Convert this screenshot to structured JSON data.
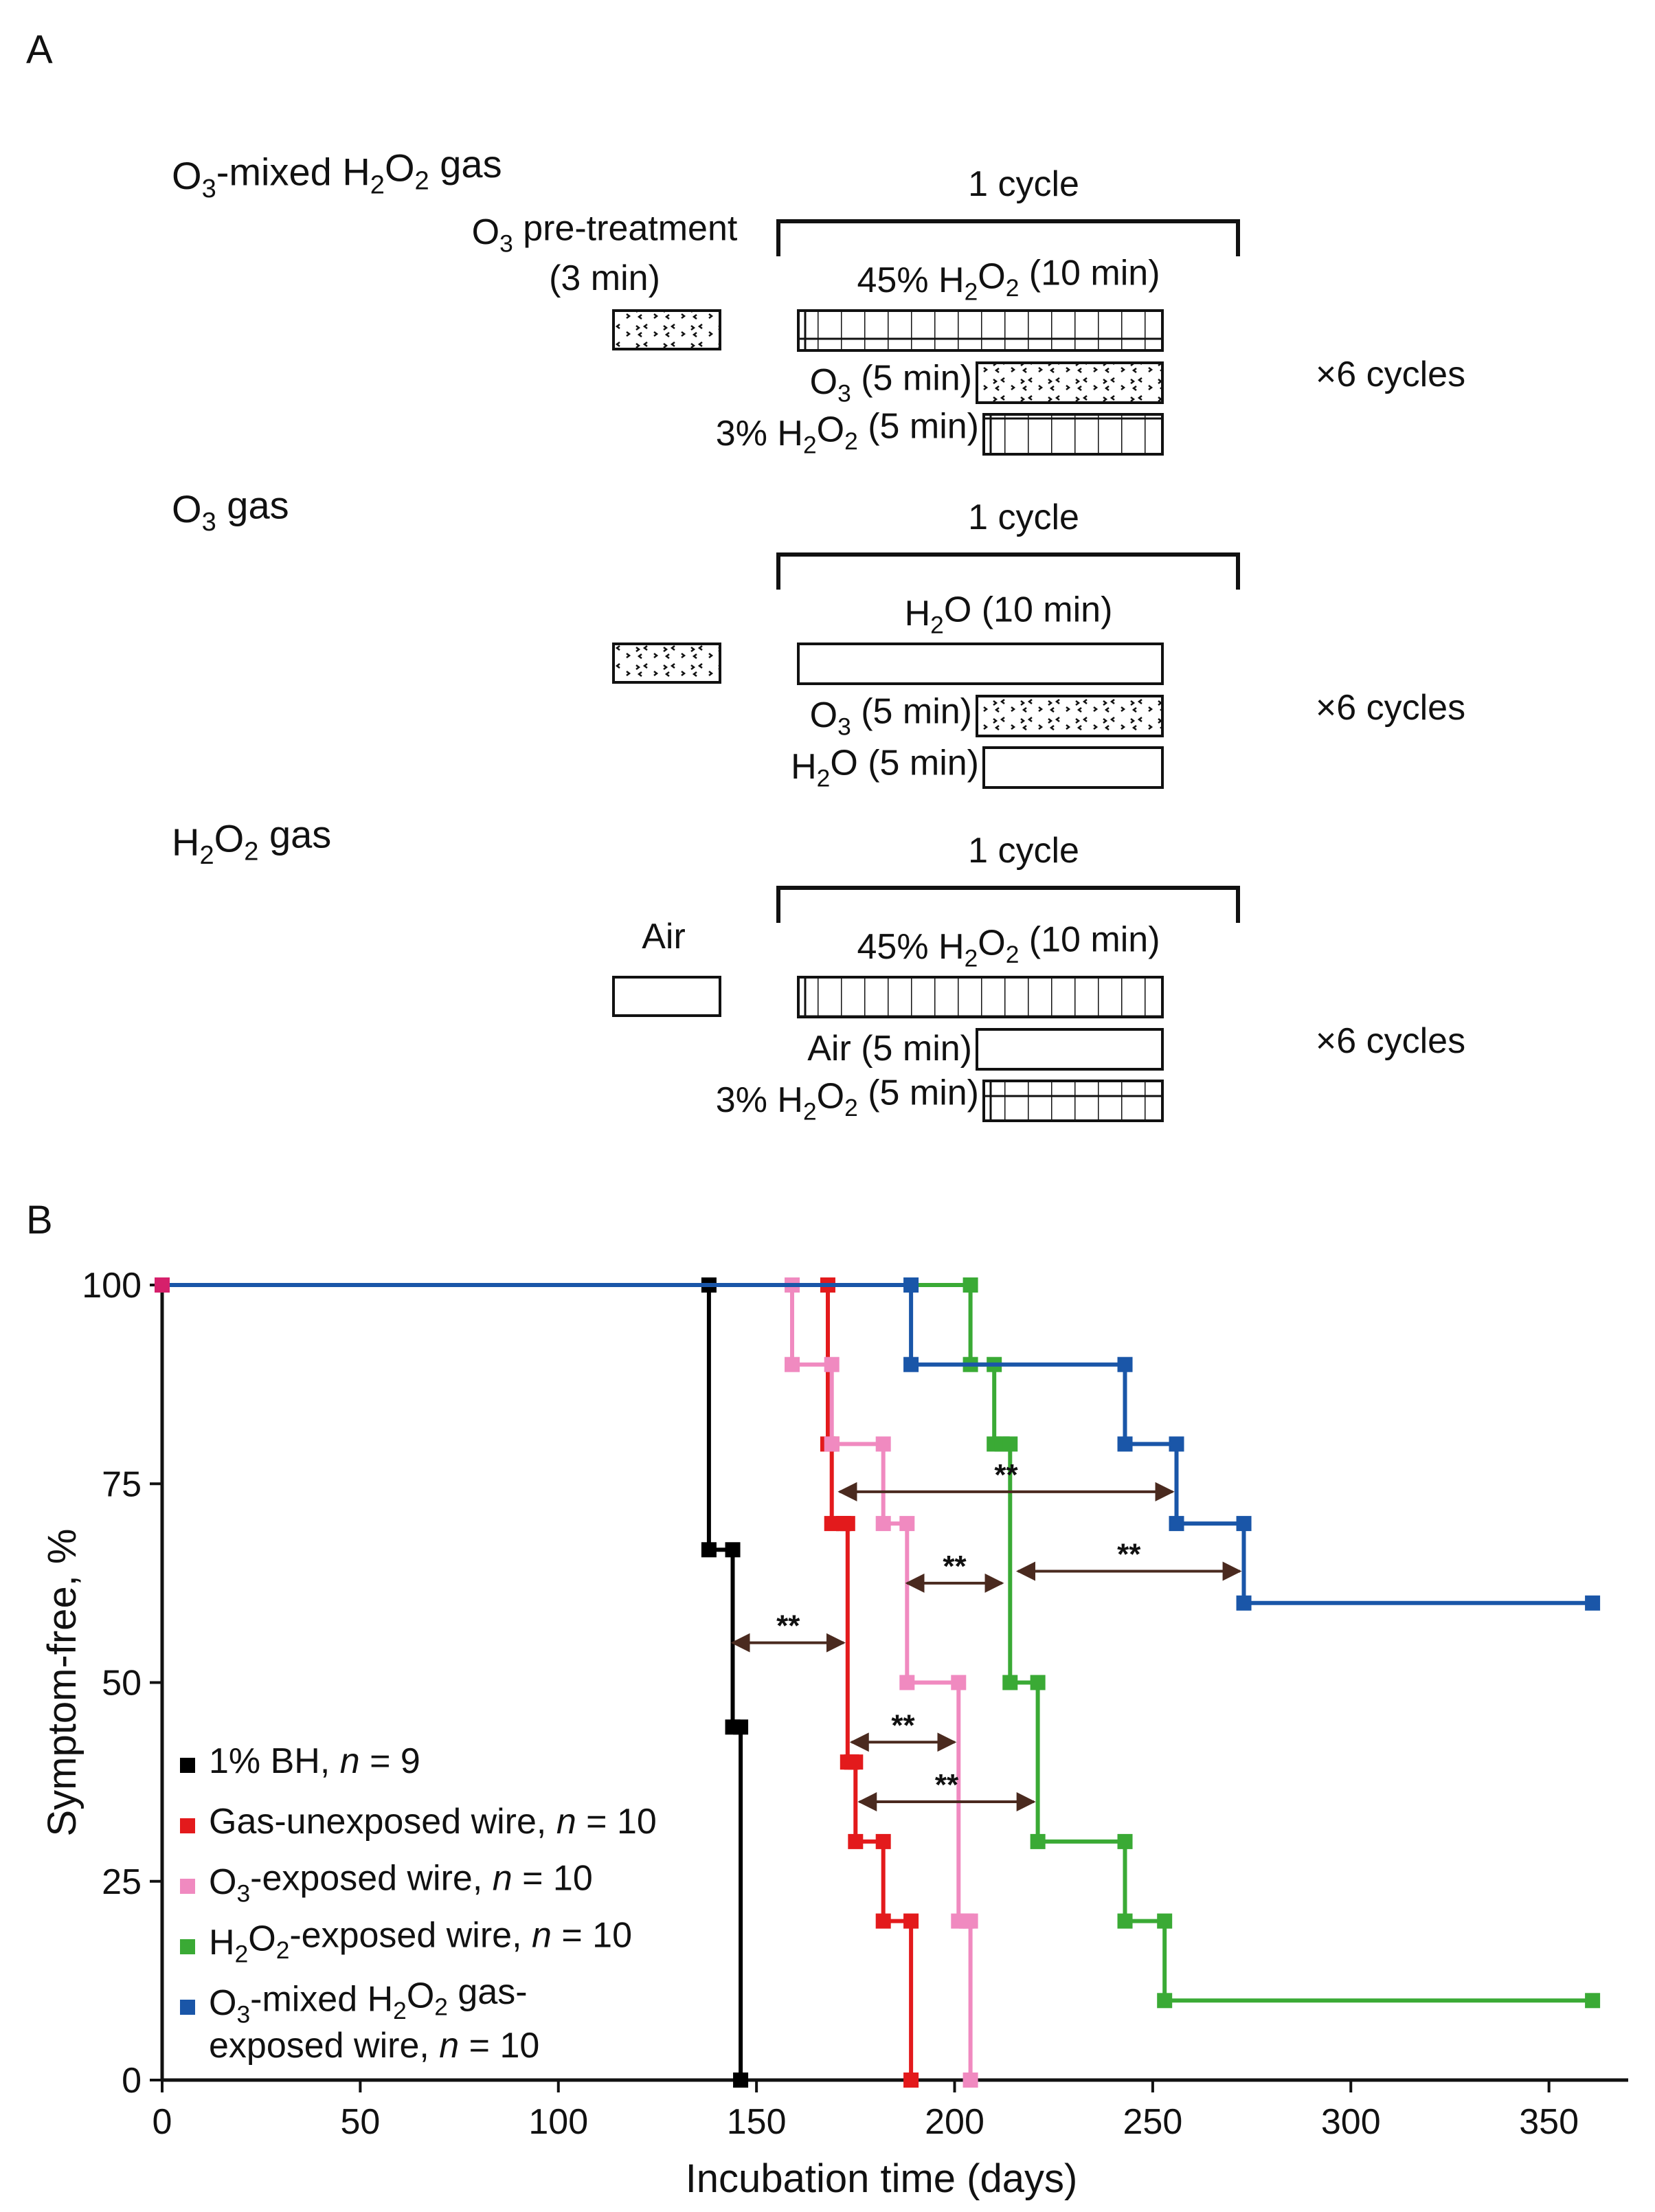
{
  "panel_a": {
    "label": "A",
    "blocks": [
      {
        "title": "O3-mixed H2O2 gas",
        "pre_label_line1": "O3 pre-treatment",
        "pre_label_line2": "(3 min)",
        "pre_fill": "ozone",
        "cycle_label": "1 cycle",
        "step1_label": "45% H2O2 (10 min)",
        "step1_fill": "grid",
        "step2_label": "O3 (5 min)",
        "step2_fill": "ozone",
        "step3_label": "3% H2O2 (5 min)",
        "step3_fill": "grid",
        "repeat": "×6 cycles"
      },
      {
        "title": "O3 gas",
        "pre_label_line1": "",
        "pre_label_line2": "",
        "pre_fill": "ozone",
        "cycle_label": "1 cycle",
        "step1_label": "H2O (10 min)",
        "step1_fill": "none",
        "step2_label": "O3 (5 min)",
        "step2_fill": "ozone",
        "step3_label": "H2O (5 min)",
        "step3_fill": "none",
        "repeat": "×6 cycles"
      },
      {
        "title": "H2O2 gas",
        "pre_label_line1": "Air",
        "pre_label_line2": "",
        "pre_fill": "none",
        "cycle_label": "1 cycle",
        "step1_label": "45% H2O2 (10 min)",
        "step1_fill": "grid",
        "step2_label": "Air (5 min)",
        "step2_fill": "none",
        "step3_label": "3% H2O2 (5 min)",
        "step3_fill": "grid",
        "repeat": "×6 cycles"
      }
    ]
  },
  "panel_b": {
    "label": "B"
  },
  "chart_data": {
    "type": "line",
    "step": true,
    "xlabel": "Incubation time (days)",
    "ylabel": "Symptom-free, %",
    "xlim": [
      0,
      370
    ],
    "ylim": [
      0,
      100
    ],
    "xticks": [
      0,
      50,
      100,
      150,
      200,
      250,
      300,
      350
    ],
    "yticks": [
      0,
      25,
      50,
      75,
      100
    ],
    "grid": false,
    "legend_position": "lower-left",
    "series": [
      {
        "name": "1% BH, n = 9",
        "color": "#000000",
        "points": [
          [
            0,
            100
          ],
          [
            138,
            100
          ],
          [
            138,
            66.7
          ],
          [
            144,
            66.7
          ],
          [
            144,
            44.4
          ],
          [
            146,
            44.4
          ],
          [
            146,
            0
          ]
        ]
      },
      {
        "name": "Gas-unexposed wire, n = 10",
        "color": "#e31a1c",
        "points": [
          [
            0,
            100
          ],
          [
            168,
            100
          ],
          [
            168,
            80
          ],
          [
            169,
            80
          ],
          [
            169,
            70
          ],
          [
            172,
            70
          ],
          [
            172,
            70
          ],
          [
            173,
            70
          ],
          [
            173,
            40
          ],
          [
            174,
            40
          ],
          [
            174,
            40
          ],
          [
            175,
            40
          ],
          [
            175,
            30
          ],
          [
            182,
            30
          ],
          [
            182,
            20
          ],
          [
            189,
            20
          ],
          [
            189,
            0
          ]
        ]
      },
      {
        "name": "O3-exposed wire, n = 10",
        "color": "#f08ac0",
        "points": [
          [
            0,
            100
          ],
          [
            159,
            100
          ],
          [
            159,
            90
          ],
          [
            169,
            90
          ],
          [
            169,
            80
          ],
          [
            182,
            80
          ],
          [
            182,
            70
          ],
          [
            188,
            70
          ],
          [
            188,
            50
          ],
          [
            201,
            50
          ],
          [
            201,
            20
          ],
          [
            203,
            20
          ],
          [
            203,
            20
          ],
          [
            204,
            20
          ],
          [
            204,
            0
          ]
        ]
      },
      {
        "name": "H2O2-exposed wire, n = 10",
        "color": "#3aaa35",
        "points": [
          [
            0,
            100
          ],
          [
            204,
            100
          ],
          [
            204,
            90
          ],
          [
            210,
            90
          ],
          [
            210,
            80
          ],
          [
            212,
            80
          ],
          [
            212,
            80
          ],
          [
            214,
            80
          ],
          [
            214,
            50
          ],
          [
            221,
            50
          ],
          [
            221,
            30
          ],
          [
            243,
            30
          ],
          [
            243,
            20
          ],
          [
            253,
            20
          ],
          [
            253,
            10
          ],
          [
            361,
            10
          ]
        ]
      },
      {
        "name": "O3-mixed H2O2 gas-exposed wire, n = 10",
        "color": "#1a56a8",
        "points": [
          [
            0,
            100
          ],
          [
            189,
            100
          ],
          [
            189,
            90
          ],
          [
            243,
            90
          ],
          [
            243,
            80
          ],
          [
            256,
            80
          ],
          [
            256,
            70
          ],
          [
            273,
            70
          ],
          [
            273,
            60
          ],
          [
            361,
            60
          ]
        ]
      }
    ],
    "significance": [
      {
        "label": "**",
        "x1": 144,
        "x2": 172,
        "y": 55
      },
      {
        "label": "**",
        "x1": 171,
        "x2": 255,
        "y": 74
      },
      {
        "label": "**",
        "x1": 188,
        "x2": 212,
        "y": 62.5
      },
      {
        "label": "**",
        "x1": 174,
        "x2": 200,
        "y": 42.5
      },
      {
        "label": "**",
        "x1": 176,
        "x2": 220,
        "y": 35
      },
      {
        "label": "**",
        "x1": 216,
        "x2": 272,
        "y": 64
      }
    ]
  }
}
